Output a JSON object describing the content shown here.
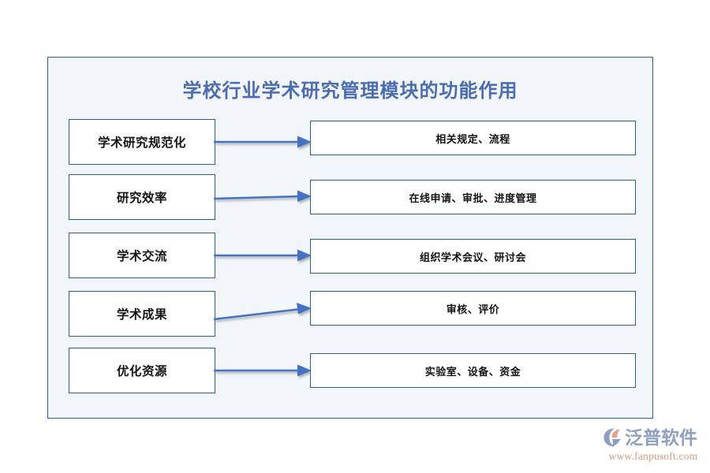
{
  "diagram": {
    "title": "学校行业学术研究管理模块的功能作用",
    "colors": {
      "title": "#4b6cb0",
      "frame_border": "#2d6072",
      "frame_fill": "#f2f6fb",
      "box_border": "#2d6072",
      "box_fill": "#ffffff",
      "arrow": "#4472c4",
      "logo_word": "#8f9fc0",
      "logo_url": "#e09a80",
      "logo_mark_primary": "#8f9fc0",
      "logo_mark_accent": "#e5a08c"
    },
    "rows": [
      {
        "left": "学术研究规范化",
        "right": "相关规定、流程",
        "arrow": "arrow-right-icon"
      },
      {
        "left": "研究效率",
        "right": "在线申请、审批、进度管理",
        "arrow": "arrow-right-icon"
      },
      {
        "left": "学术交流",
        "right": "组织学术会议、研讨会",
        "arrow": "arrow-right-icon"
      },
      {
        "left": "学术成果",
        "right": "审核、评价",
        "arrow": "arrow-right-up-icon"
      },
      {
        "left": "优化资源",
        "right": "实验室、设备、资金",
        "arrow": "arrow-right-icon"
      }
    ]
  },
  "logo": {
    "wordmark": "泛普软件",
    "url": "www.fanpusoft.com"
  }
}
